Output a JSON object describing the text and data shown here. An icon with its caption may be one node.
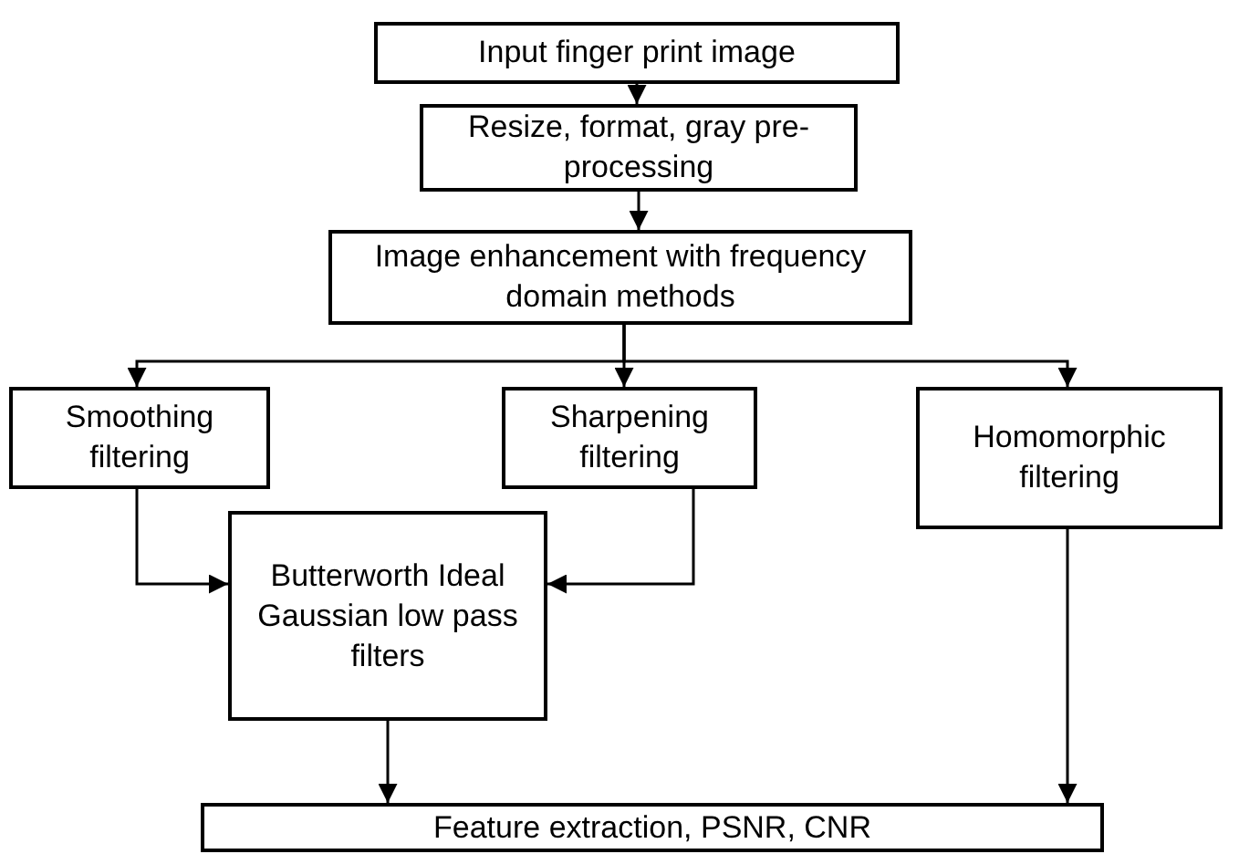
{
  "diagram": {
    "nodes": [
      {
        "text": [
          "Input finger print image"
        ]
      },
      {
        "text": [
          "Resize, format, gray pre-processing"
        ]
      },
      {
        "text": [
          "Image enhancement with frequency domain methods"
        ]
      },
      {
        "text": [
          "Smoothing filtering"
        ]
      },
      {
        "text": [
          "Sharpening filtering"
        ]
      },
      {
        "text": [
          "Homomorphic filtering"
        ]
      },
      {
        "text": [
          "Butterworth Ideal Gaussian low pass filters"
        ]
      },
      {
        "text": [
          "Feature extraction, PSNR, CNR"
        ]
      }
    ],
    "edges": [
      {
        "from": 0,
        "to": 1,
        "arrow": "to"
      },
      {
        "from": 1,
        "to": 2,
        "arrow": "to"
      },
      {
        "from": 2,
        "to": 3,
        "arrow": "to"
      },
      {
        "from": 2,
        "to": 4,
        "arrow": "to"
      },
      {
        "from": 2,
        "to": 5,
        "arrow": "to"
      },
      {
        "from": 3,
        "to": 6,
        "arrow": "to"
      },
      {
        "from": 4,
        "to": 6,
        "arrow": "to"
      },
      {
        "from": 6,
        "to": 7,
        "arrow": "to"
      },
      {
        "from": 5,
        "to": 7,
        "arrow": "to"
      }
    ]
  }
}
